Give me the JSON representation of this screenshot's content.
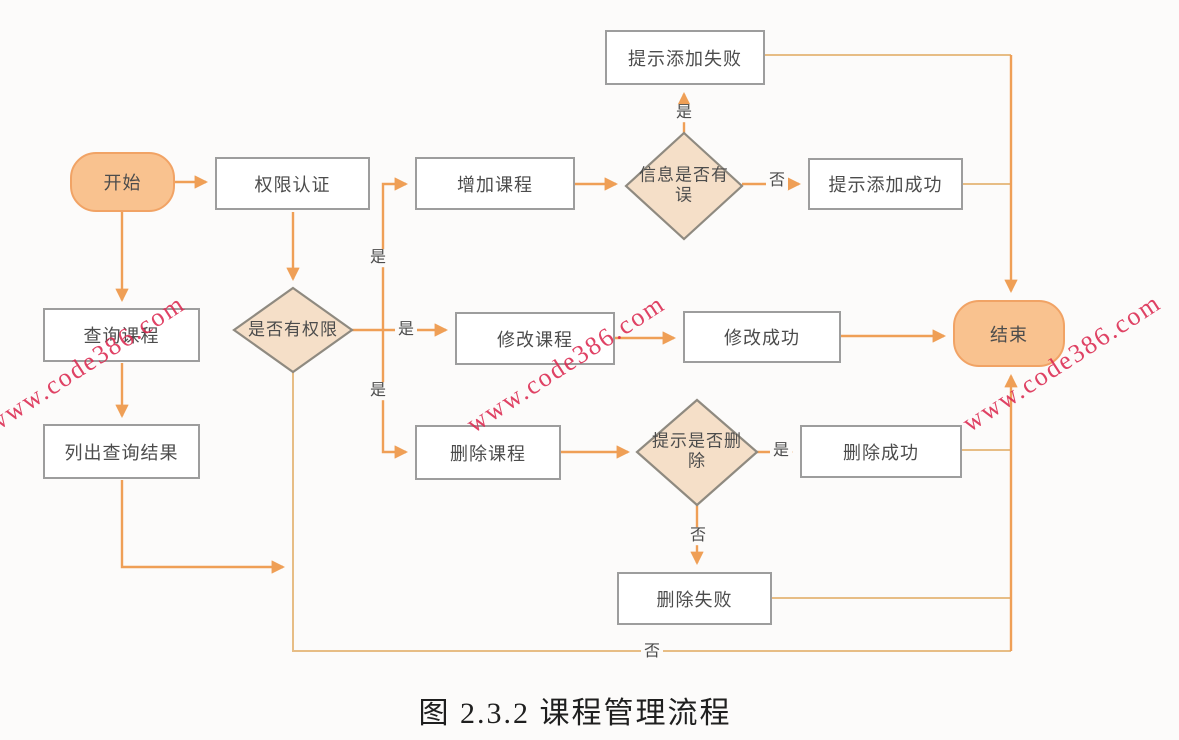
{
  "caption": "图 2.3.2 课程管理流程",
  "watermark": "www.code386.com",
  "colors": {
    "arrow_color": "#ef9f56",
    "route_color": "#e7bd85",
    "terminal_fill": "#f9c28f",
    "terminal_border": "#f1a365",
    "diamond_fill": "#f5dfc8",
    "shape_border": "#8f8a80",
    "box_border": "#9d9d9d",
    "text_color": "#4c4c4c",
    "watermark_color": "#dc2950",
    "caption_color": "#1f1f1f",
    "bg_color": "#fcfbfa"
  },
  "nodes": {
    "start": "开始",
    "auth": "权限认证",
    "add_course": "增加课程",
    "check_info_line1": "信息是否有",
    "check_info_line2": "误",
    "fail_add": "提示添加失败",
    "success_add": "提示添加成功",
    "check_perm": "是否有权限",
    "modify_course": "修改课程",
    "modify_success": "修改成功",
    "end": "结束",
    "query_course": "查询课程",
    "list_results": "列出查询结果",
    "delete_course": "删除课程",
    "check_delete_line1": "提示是否删",
    "check_delete_line2": "除",
    "delete_success": "删除成功",
    "delete_fail": "删除失败"
  },
  "edge_labels": {
    "info_yes": "是",
    "info_no": "否",
    "perm_yes_top": "是",
    "perm_yes_mid": "是",
    "perm_yes_bottom": "是",
    "perm_no": "否",
    "delete_yes": "是",
    "delete_no": "否"
  }
}
